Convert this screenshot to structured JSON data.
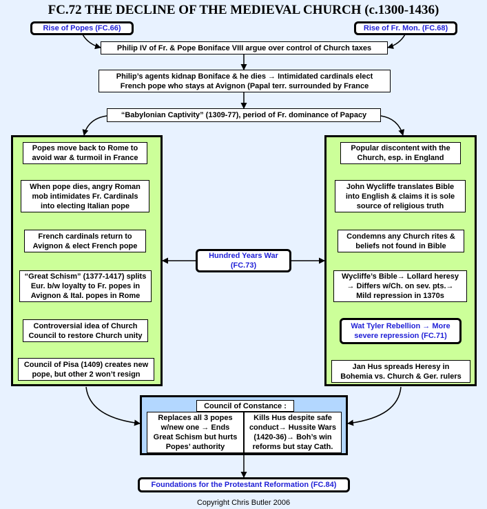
{
  "title": "FC.72 THE DECLINE OF THE MEDIEVAL CHURCH (c.1300-1436)",
  "top": {
    "rise_popes": "Rise of Popes  (FC.66)",
    "rise_fr_mon": "Rise of Fr. Mon. (FC.68)",
    "philip_argue": "Philip IV of Fr. & Pope Boniface VIII argue over control of Church taxes",
    "kidnap": "Philip’s agents kidnap Boniface & he dies → Intimidated cardinals elect\nFrench pope who stays at Avignon (Papal terr. surrounded by France",
    "babylonian": "“Babylonian Captivity” (1309-77), period of Fr. dominance of Papacy"
  },
  "left": [
    "Popes move back to Rome to\navoid war & turmoil in France",
    "When pope dies, angry Roman\nmob intimidates Fr. Cardinals\ninto electing Italian pope",
    "French cardinals return to\nAvignon & elect French pope",
    "“Great Schism” (1377-1417) splits\nEur. b/w loyalty to Fr. popes in\nAvignon & Ital. popes in Rome",
    "Controversial idea of Church\nCouncil to restore Church unity",
    "Council of Pisa (1409) creates new\npope, but other 2 won’t resign"
  ],
  "right": [
    "Popular discontent with the\nChurch, esp. in England",
    "John Wycliffe translates Bible\ninto English & claims it is sole\nsource  of religious truth",
    "Condemns any Church rites &\nbeliefs not found in Bible",
    "Wycliffe’s Bible→ Lollard heresy\n→ Differs w/Ch. on sev. pts.→\nMild repression in 1370s",
    "Wat Tyler Rebellion → More\nsevere repression (FC.71)",
    "Jan Hus spreads Heresy in\nBohemia vs. Church & Ger. rulers"
  ],
  "hundred_years_war": "Hundred Years War\n(FC.73)",
  "constance": {
    "header": "Council of Constance :",
    "left": "Replaces all 3 popes\nw/new one → Ends\nGreat Schism but hurts\nPopes’ authority",
    "right": "Kills Hus despite safe\nconduct→ Hussite Wars\n(1420-36)→  Boh’s win\nreforms but stay Cath."
  },
  "foundations": "Foundations for the Protestant Reformation (FC.84)",
  "footer": "Copyright Chris Butler 2006"
}
